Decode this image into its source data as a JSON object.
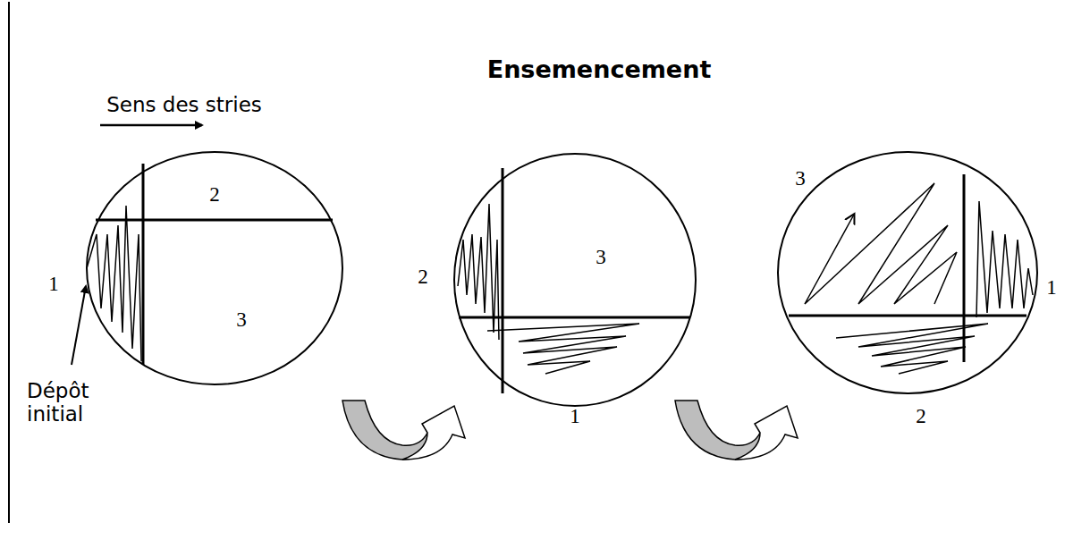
{
  "diagram": {
    "title": "Ensemencement",
    "labels": [
      "Sens des stries",
      "1",
      "2",
      "3",
      "Dépôt initial",
      "2",
      "3",
      "1",
      "3",
      "1",
      "2"
    ]
  }
}
